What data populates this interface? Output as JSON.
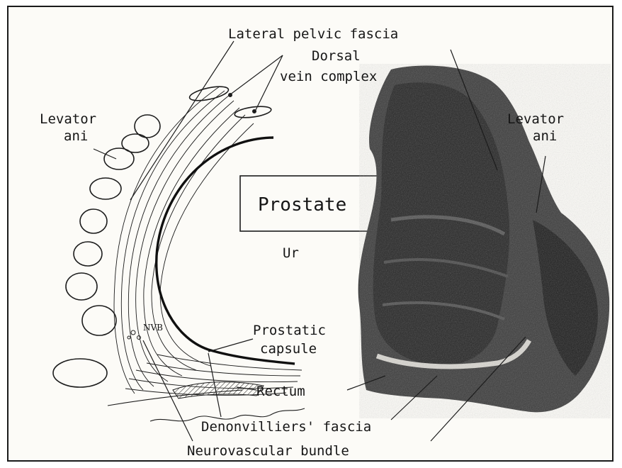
{
  "labels": {
    "lateral_pelvic_fascia": "Lateral pelvic fascia",
    "dorsal": "Dorsal",
    "vein_complex": "vein complex",
    "levator_left_1": "Levator",
    "levator_left_2": "ani",
    "levator_right_1": "Levator",
    "levator_right_2": "ani",
    "prostate": "Prostate",
    "urethra": "Ur",
    "prostatic": "Prostatic",
    "capsule": "capsule",
    "rectum": "Rectum",
    "denonvilliers": "Denonvilliers' fascia",
    "neurovascular": "Neurovascular bundle",
    "nvb_tag": "NVB"
  },
  "colors": {
    "ink": "#1c1c1c",
    "paper": "#fcfbf7",
    "tissue_dark": "#2a2a2a",
    "tissue_mid": "#5a5a5a"
  }
}
